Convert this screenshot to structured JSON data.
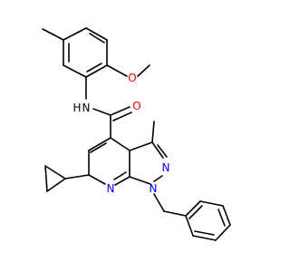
{
  "colors": {
    "background": "#ffffff",
    "bond": "#000000",
    "oxygen": "#ff0000",
    "nitrogen": "#0000ff",
    "nh_nitrogen": "#000000"
  },
  "atoms": [
    {
      "id": "O_methoxy",
      "label": "O",
      "element": "oxygen"
    },
    {
      "id": "N_amide",
      "label": "N",
      "element": "nh_nitrogen"
    },
    {
      "id": "H_amide",
      "label": "H",
      "element": "nh_nitrogen"
    },
    {
      "id": "O_carbonyl",
      "label": "O",
      "element": "oxygen"
    },
    {
      "id": "N_pyrazole2",
      "label": "N",
      "element": "nitrogen"
    },
    {
      "id": "N_pyridine",
      "label": "N",
      "element": "nitrogen"
    },
    {
      "id": "N_pyrazole1",
      "label": "N",
      "element": "nitrogen"
    }
  ]
}
